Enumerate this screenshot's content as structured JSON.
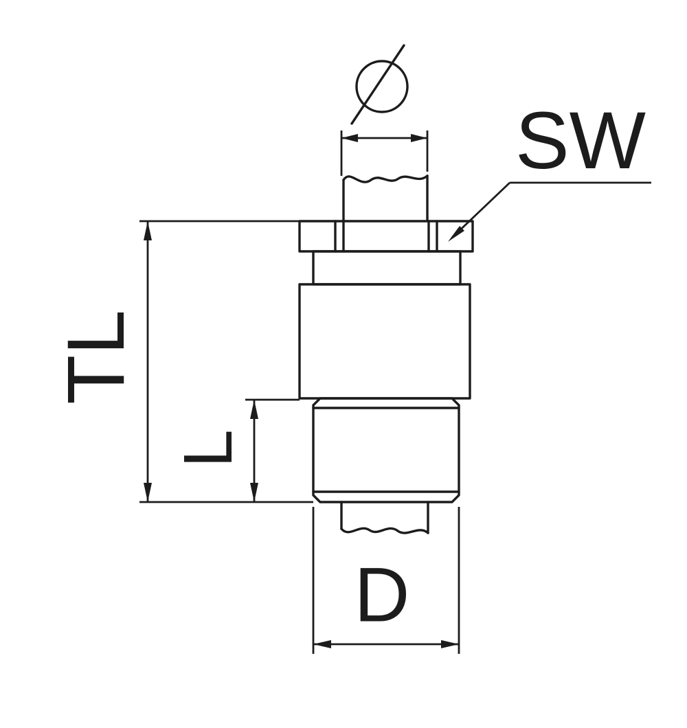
{
  "labels": {
    "total_length": "TL",
    "thread_length": "L",
    "outer_diameter": "D",
    "wrench_size": "SW",
    "diameter_symbol": "Ø"
  },
  "colors": {
    "line": "#1c1c1c",
    "background": "#ffffff"
  }
}
